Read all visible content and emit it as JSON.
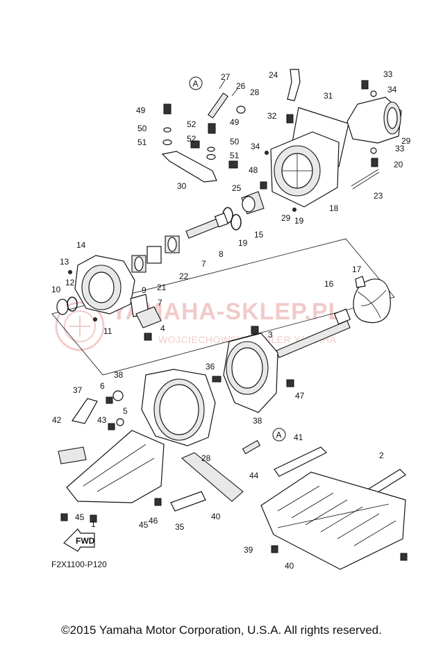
{
  "diagram": {
    "code": "F2X1100-P120",
    "fwd_label": "FWD",
    "ref_marker": "A",
    "watermark": {
      "main": "YAMAHA-SKLEP.PL",
      "sub": "WOJCIECHOWSKI DEALER YAMAHA",
      "color": "#e8a0a0"
    },
    "callouts": [
      "27",
      "26",
      "28",
      "24",
      "33",
      "34",
      "31",
      "49",
      "50",
      "51",
      "52",
      "49",
      "50",
      "51",
      "52",
      "25",
      "32",
      "29",
      "34",
      "33",
      "20",
      "48",
      "30",
      "23",
      "18",
      "29",
      "19",
      "19",
      "15",
      "8",
      "14",
      "7",
      "13",
      "22",
      "17",
      "12",
      "21",
      "16",
      "10",
      "9",
      "7",
      "11",
      "4",
      "3",
      "36",
      "38",
      "6",
      "47",
      "37",
      "5",
      "38",
      "43",
      "42",
      "41",
      "2",
      "28",
      "44",
      "45",
      "1",
      "45",
      "46",
      "35",
      "40",
      "39",
      "40"
    ]
  },
  "copyright": "©2015 Yamaha Motor Corporation, U.S.A. All rights reserved."
}
